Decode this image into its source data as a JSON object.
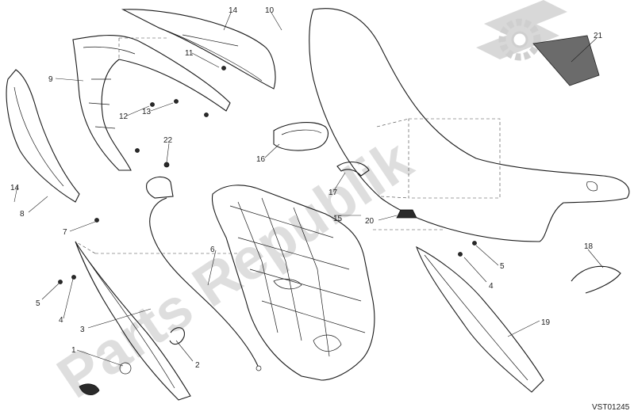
{
  "diagram": {
    "drawing_code": "VST01245",
    "watermark": "Parts Republik",
    "callouts": [
      "1",
      "2",
      "3",
      "4",
      "5",
      "6",
      "7",
      "8",
      "9",
      "10",
      "11",
      "12",
      "13",
      "14",
      "15",
      "16",
      "17",
      "18",
      "19",
      "20",
      "21",
      "22"
    ]
  }
}
